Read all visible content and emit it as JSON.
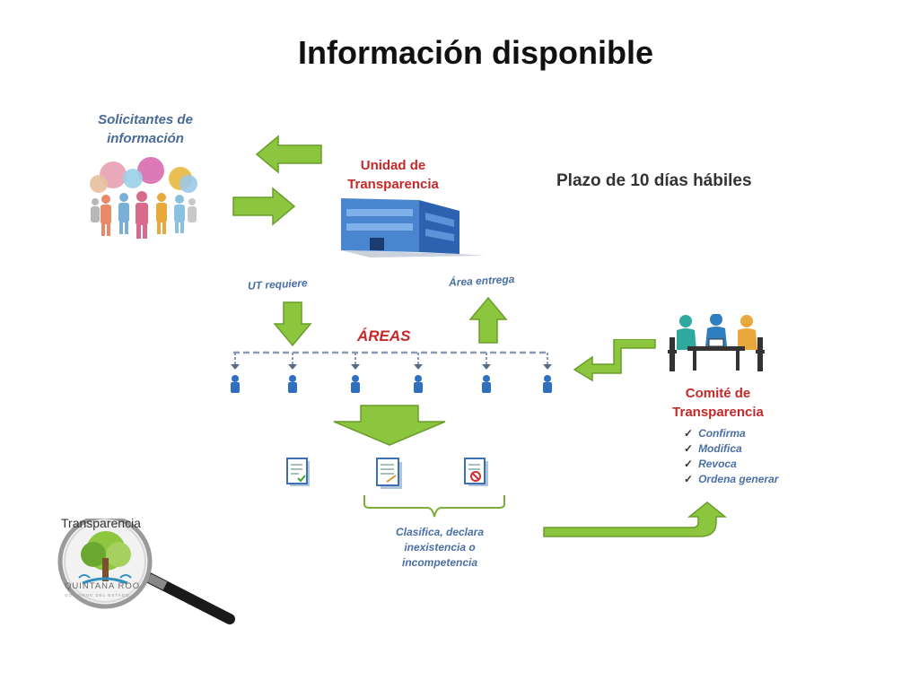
{
  "title": "Información disponible",
  "requesters": {
    "line1": "Solicitantes de",
    "line2": "información"
  },
  "unit": {
    "line1": "Unidad de",
    "line2": "Transparencia"
  },
  "deadline": "Plazo de 10 días hábiles",
  "ut_requires": "UT requiere",
  "area_delivers": "Área entrega",
  "areas_title": "ÁREAS",
  "committee": {
    "line1": "Comité de",
    "line2": "Transparencia",
    "items": [
      "Confirma",
      "Modifica",
      "Revoca",
      "Ordena generar"
    ]
  },
  "classify": {
    "line1": "Clasifica, declara",
    "line2": "inexistencia o",
    "line3": "incompetencia"
  },
  "logo": {
    "label": "Transparencia",
    "subtitle": "QUINTANA ROO",
    "subtitle2": "GOBIERNO DEL ESTADO"
  },
  "colors": {
    "arrow_green": "#8cc63f",
    "arrow_outline": "#6a9e2a",
    "blue": "#4a6fa5",
    "red": "#c62828"
  },
  "icons": [
    "people-speech-icon",
    "building-icon",
    "person-icon",
    "document-icon",
    "meeting-table-icon",
    "magnifier-logo-icon"
  ]
}
